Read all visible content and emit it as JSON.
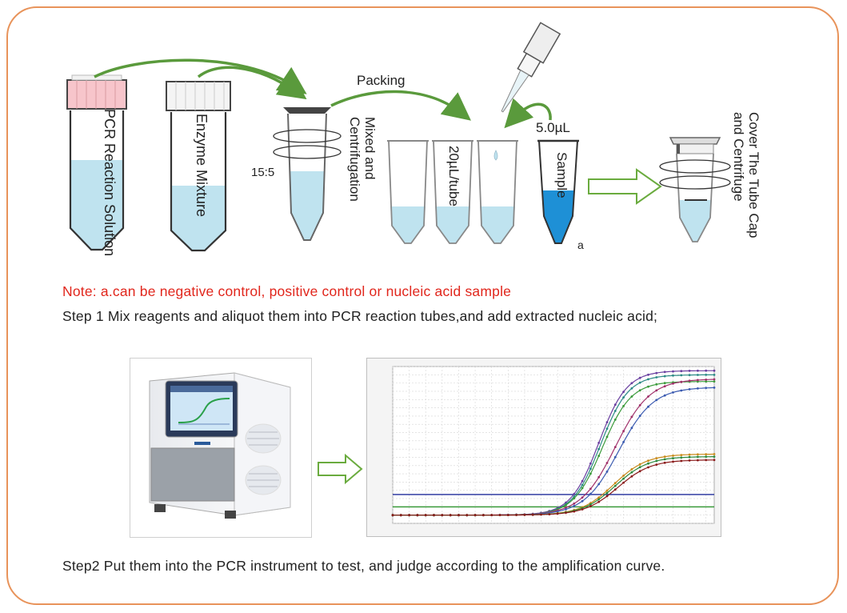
{
  "diagram": {
    "tube1_label": "PCR Reaction Solution",
    "tube2_label": "Enzyme Mixture",
    "ratio": "15:5",
    "mix_label": "Mixed and Centrifugation",
    "packing_label": "Packing",
    "aliquot_label": "20µL/tube",
    "volume_label": "5.0µL",
    "sample_label": "Sample",
    "sample_mark": "a",
    "cover_label": "Cover The Tube Cap and Centrifuge"
  },
  "note": "Note: a.can be negative control, positive control or nucleic acid sample",
  "step1": "Step 1 Mix reagents and aliquot them into PCR reaction tubes,and add extracted nucleic acid;",
  "step2": "Step2 Put them into the PCR instrument to test, and judge according to the amplification curve.",
  "colors": {
    "border": "#e8935a",
    "arrow_green": "#5a9a3c",
    "liquid": "#bfe3ef",
    "sample_blue": "#1e90d6",
    "cap_pink": "#f7c5cb",
    "note_red": "#e1261c"
  },
  "chart_data": {
    "type": "line",
    "title": "",
    "xlabel": "",
    "ylabel": "",
    "xlim": [
      1,
      40
    ],
    "ylim": [
      -1000,
      18000
    ],
    "thresholds": [
      {
        "value": 2500,
        "color": "#1f2a9a"
      },
      {
        "value": 1000,
        "color": "#3a9a3a"
      }
    ],
    "series": [
      {
        "color": "#6a3fa0",
        "plateau": 17500,
        "midpoint": 26.0,
        "slope": 1.7
      },
      {
        "color": "#2c8a86",
        "plateau": 17000,
        "midpoint": 26.2,
        "slope": 1.7
      },
      {
        "color": "#3a9a3a",
        "plateau": 16200,
        "midpoint": 26.4,
        "slope": 1.75
      },
      {
        "color": "#a0306a",
        "plateau": 16500,
        "midpoint": 28.0,
        "slope": 2.1
      },
      {
        "color": "#3a5ab0",
        "plateau": 15500,
        "midpoint": 28.4,
        "slope": 2.1
      },
      {
        "color": "#c98a1a",
        "plateau": 7400,
        "midpoint": 27.8,
        "slope": 2.0
      },
      {
        "color": "#2e8a3e",
        "plateau": 7100,
        "midpoint": 28.0,
        "slope": 2.0
      },
      {
        "color": "#8a1a1a",
        "plateau": 6700,
        "midpoint": 28.3,
        "slope": 2.0
      }
    ]
  }
}
